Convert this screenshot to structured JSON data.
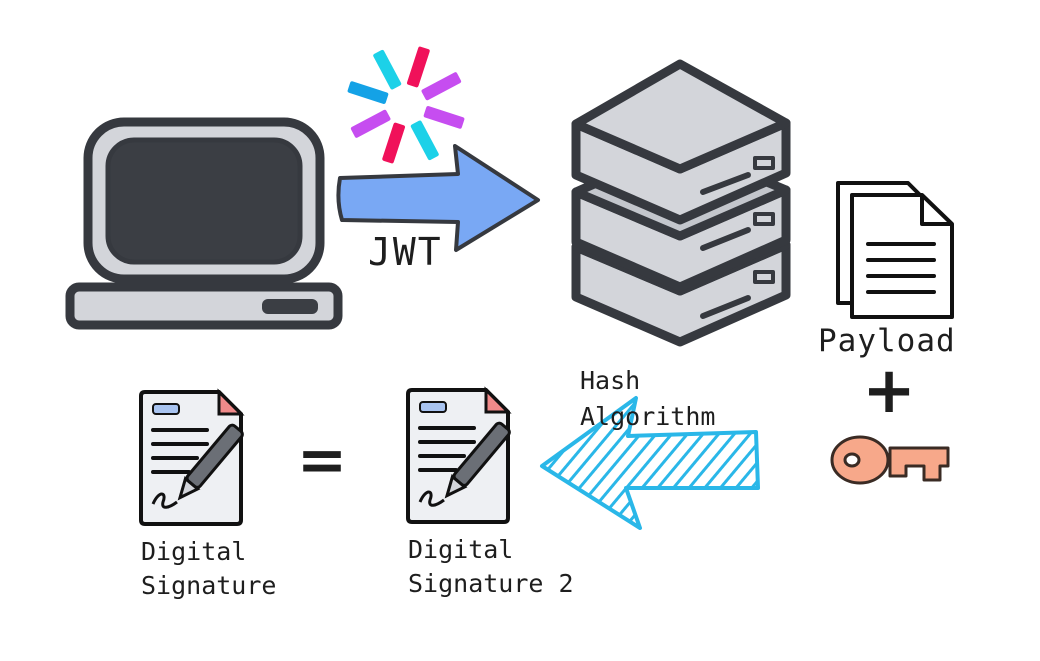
{
  "labels": {
    "jwt": "JWT",
    "payload": "Payload",
    "hash_line1": "Hash",
    "hash_line2": "Algorithm",
    "sig1_line1": "Digital",
    "sig1_line2": "Signature",
    "sig2_line1": "Digital",
    "sig2_line2": "Signature 2"
  },
  "symbols": {
    "plus": "+",
    "equals": "="
  },
  "icons": {
    "computer": "computer-icon",
    "jwt_logo": "jwt-logo-icon",
    "server": "server-stack-icon",
    "payload": "documents-icon",
    "key": "key-icon",
    "signature": "signed-document-icon",
    "send_arrow": "arrow-right-icon",
    "hash_arrow": "arrow-left-icon"
  },
  "colors": {
    "outline": "#36393f",
    "screen": "#3b3e44",
    "body": "#d3d5da",
    "send_arrow": "#79a8f4",
    "hash_arrow": "#2ab7e8",
    "key": "#f7a88a",
    "jwt_red": "#f0115a",
    "jwt_purple": "#c64df0",
    "jwt_cyan": "#1cd1e8",
    "jwt_blue": "#14a2e6"
  }
}
